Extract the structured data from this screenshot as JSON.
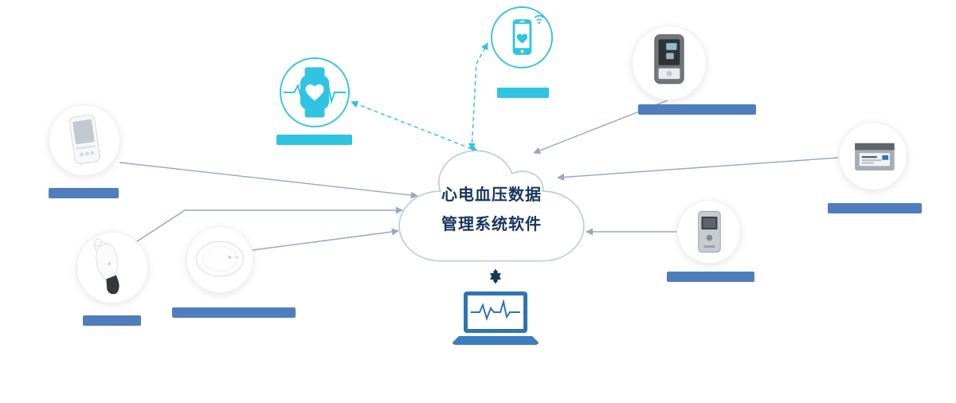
{
  "cloud": {
    "line1": "心电血压数据",
    "line2": "管理系统软件"
  },
  "colors": {
    "cyan_accent": "#2fc4e1",
    "blue_label": "#4f7dbe",
    "connector_line": "#97a6c6",
    "navy_arrow": "#17365d",
    "laptop_blue": "#2e74b5",
    "cloud_outline": "#bdc9db"
  },
  "nodes": [
    {
      "id": "smartwatch",
      "icon": "smartwatch-heart-icon",
      "label_style": "cyan-bar"
    },
    {
      "id": "smartphone-app",
      "icon": "smartphone-heart-wifi-icon",
      "label_style": "cyan-bar"
    },
    {
      "id": "blood-pressure-monitor",
      "icon": "blood-pressure-monitor-photo",
      "label_style": "blue-bar"
    },
    {
      "id": "ecg-device-box",
      "icon": "ecg-device-box-photo",
      "label_style": "blue-bar"
    },
    {
      "id": "ecg-recorder",
      "icon": "ecg-recorder-photo",
      "label_style": "blue-bar"
    },
    {
      "id": "handheld-ecg",
      "icon": "handheld-ecg-photo",
      "label_style": "blue-bar"
    },
    {
      "id": "ear-ecg-device",
      "icon": "ear-device-photo",
      "label_style": "blue-bar"
    },
    {
      "id": "ecg-patch",
      "icon": "ecg-patch-photo",
      "label_style": "blue-bar"
    }
  ],
  "laptop": {
    "icon": "laptop-ecg-waveform-icon"
  }
}
